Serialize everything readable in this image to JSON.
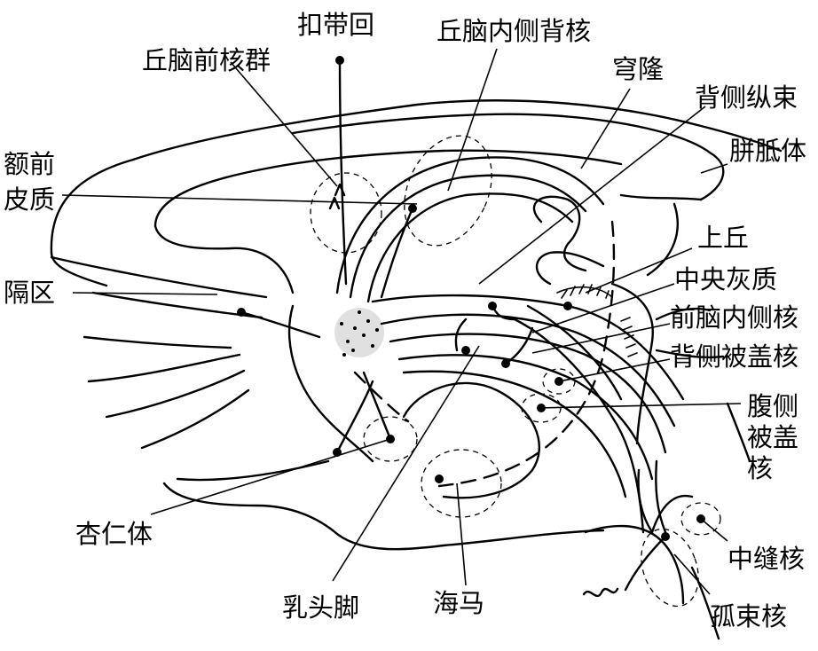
{
  "labels": {
    "cingulate_gyrus": "扣带回",
    "mediodorsal_thalamic_nucleus": "丘脑内侧背核",
    "anterior_thalamic_nuclei": "丘脑前核群",
    "fornix": "穹隆",
    "dorsal_longitudinal_fasciculus": "背侧纵束",
    "frontal_cortex_line1": "额前",
    "frontal_cortex_line2": "皮质",
    "corpus_callosum": "胼胝体",
    "septal_area": "隔区",
    "superior_colliculus": "上丘",
    "central_gray": "中央灰质",
    "medial_forebrain_bundle": "前脑内侧核",
    "dorsal_tegmental_nucleus": "背侧被盖核",
    "ventral_tegmental_nucleus_line1": "腹侧",
    "ventral_tegmental_nucleus_line2": "被盖",
    "ventral_tegmental_nucleus_line3": "核",
    "amygdala": "杏仁体",
    "raphe_nuclei": "中缝核",
    "mammillary_peduncle": "乳头脚",
    "hippocampus": "海马",
    "solitary_nucleus": "孤束核"
  }
}
